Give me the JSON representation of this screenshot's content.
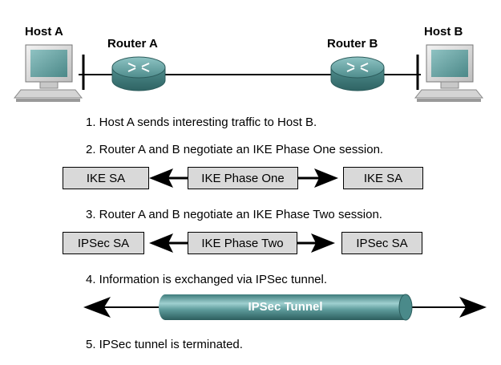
{
  "nodes": {
    "host_a": "Host A",
    "router_a": "Router A",
    "router_b": "Router B",
    "host_b": "Host B"
  },
  "steps": [
    "1. Host A sends interesting traffic to Host B.",
    "2. Router A and B negotiate an IKE Phase One session.",
    "3. Router A and B negotiate an IKE Phase Two session.",
    "4. Information is exchanged via IPSec tunnel.",
    "5. IPSec tunnel is terminated."
  ],
  "phase_one": {
    "left": "IKE SA",
    "middle": "IKE Phase One",
    "right": "IKE SA"
  },
  "phase_two": {
    "left": "IPSec SA",
    "middle": "IKE Phase Two",
    "right": "IPSec SA"
  },
  "tunnel": {
    "label": "IPSec Tunnel"
  },
  "colors": {
    "box_fill": "#d9d9d9",
    "tunnel": "#4e8e8e",
    "router": "#5a9a9a",
    "screen": "#6fa3a3"
  },
  "icons": [
    "computer-icon",
    "router-icon",
    "router-icon",
    "computer-icon"
  ]
}
